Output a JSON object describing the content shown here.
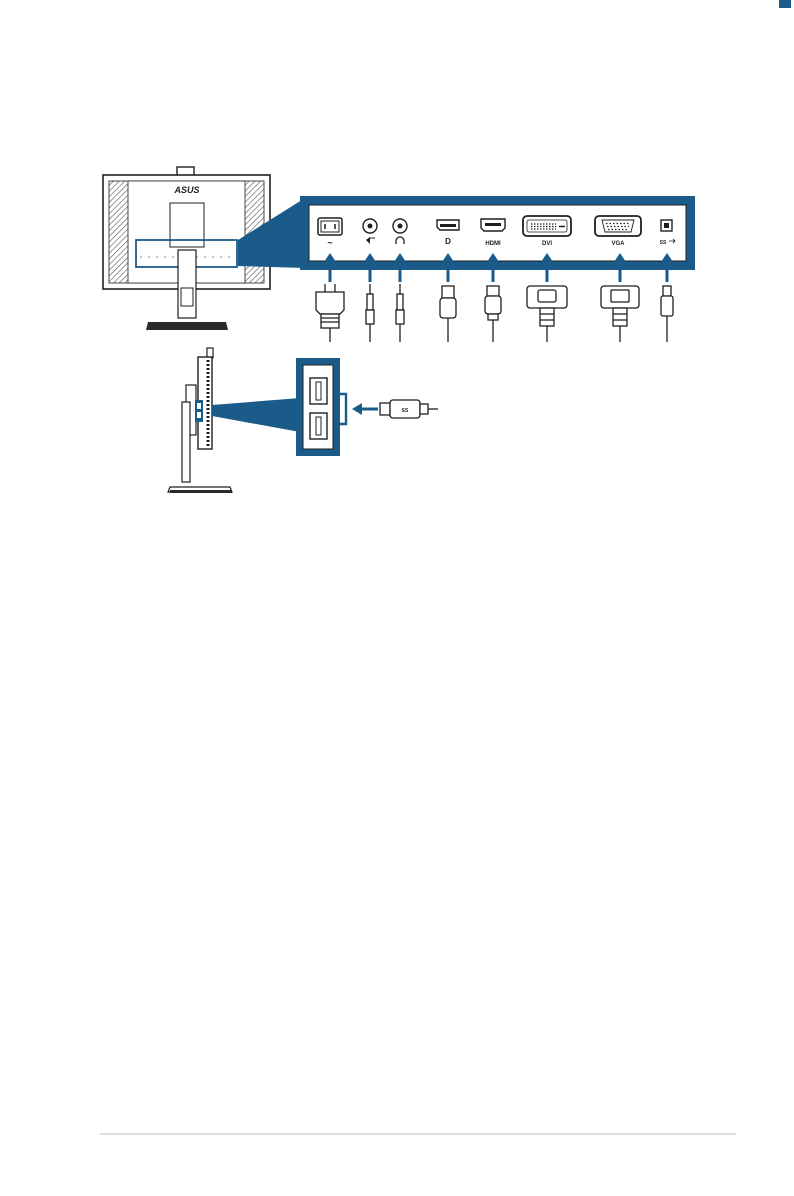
{
  "colors": {
    "accent": "#1b5b8a",
    "line": "#1f1f1f",
    "divider": "#dcdcdc"
  },
  "monitor": {
    "brand": "ASUS"
  },
  "ports": [
    {
      "name": "ac-power-port",
      "label": "~"
    },
    {
      "name": "audio-in-port",
      "label": ""
    },
    {
      "name": "earphone-port",
      "label": ""
    },
    {
      "name": "displayport-port",
      "label": ""
    },
    {
      "name": "hdmi-port",
      "label": "HDMI"
    },
    {
      "name": "dvi-port",
      "label": "DVI"
    },
    {
      "name": "vga-port",
      "label": "VGA"
    },
    {
      "name": "usb-upstream-port",
      "label": "SS"
    }
  ],
  "usb_plug_label": "SS"
}
